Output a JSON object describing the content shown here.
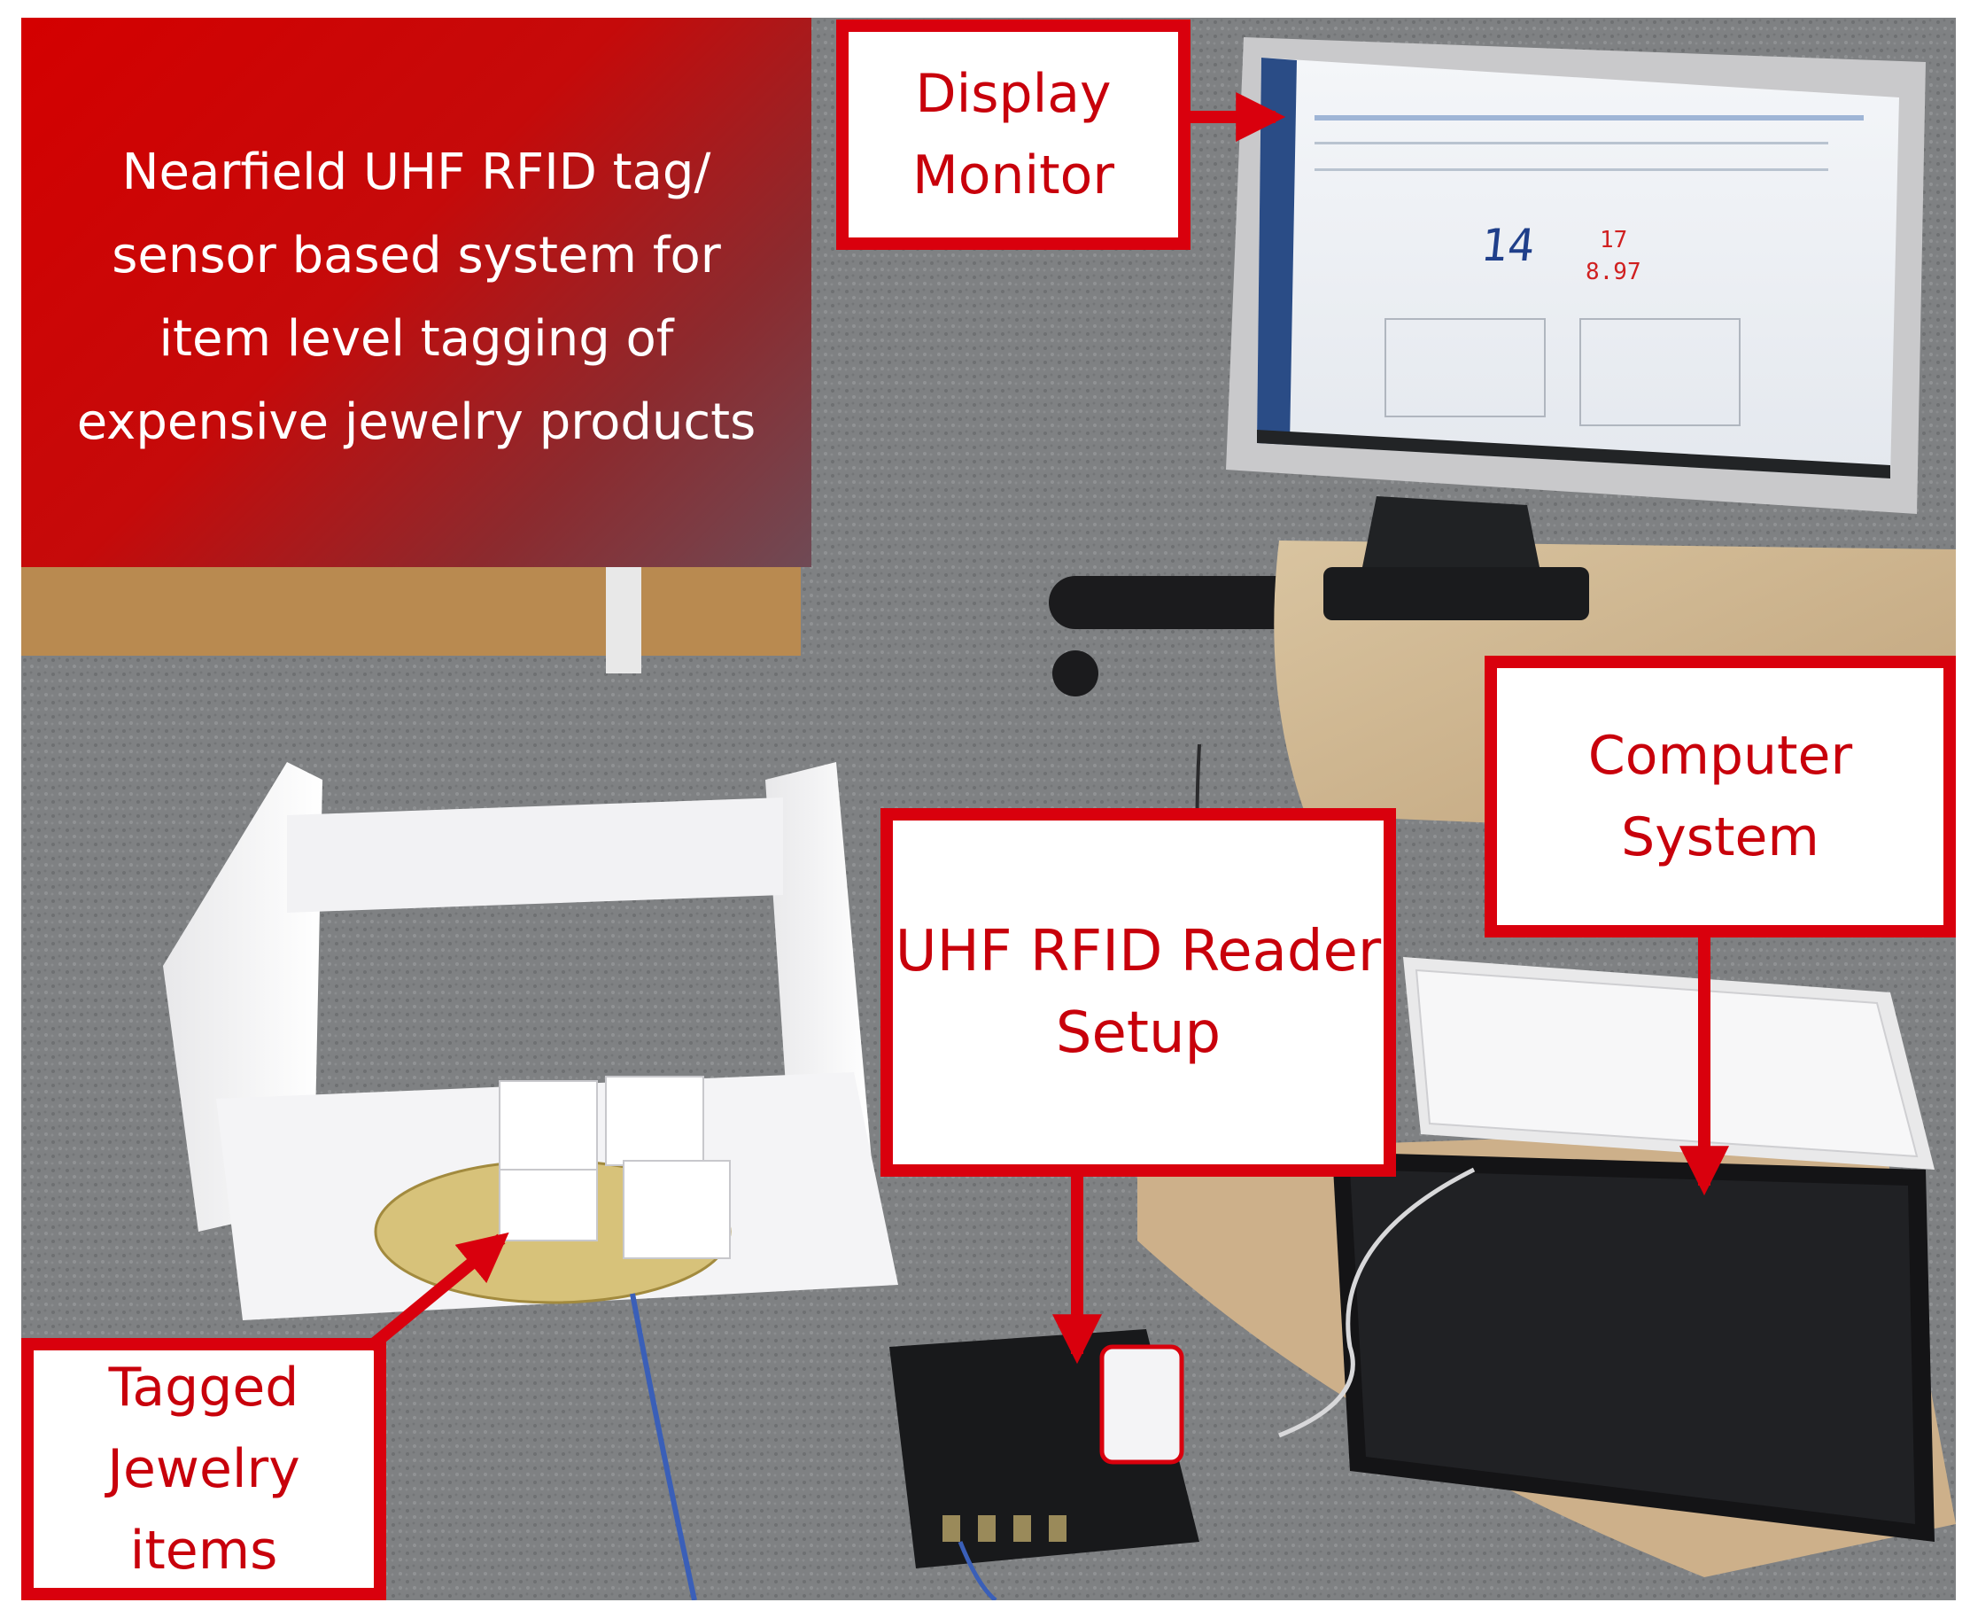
{
  "title_panel": {
    "text": "Nearfield UHF RFID tag/\nsensor based system for\nitem level tagging of\nexpensive jewelry products"
  },
  "callouts": {
    "display_monitor": "Display\nMonitor",
    "computer_system": "Computer\nSystem",
    "uhf_rfid_reader": "UHF RFID Reader\nSetup",
    "tagged_jewelry": "Tagged\nJewelry\nitems"
  },
  "screen": {
    "large_reading": "14",
    "red_reading_1": "17",
    "red_reading_2": "8.97"
  },
  "colors": {
    "callout_red": "#d9000d",
    "title_gradient_start": "#d40000",
    "title_gradient_end": "#6f4a55",
    "floor_carpet": "#7d7f80"
  }
}
